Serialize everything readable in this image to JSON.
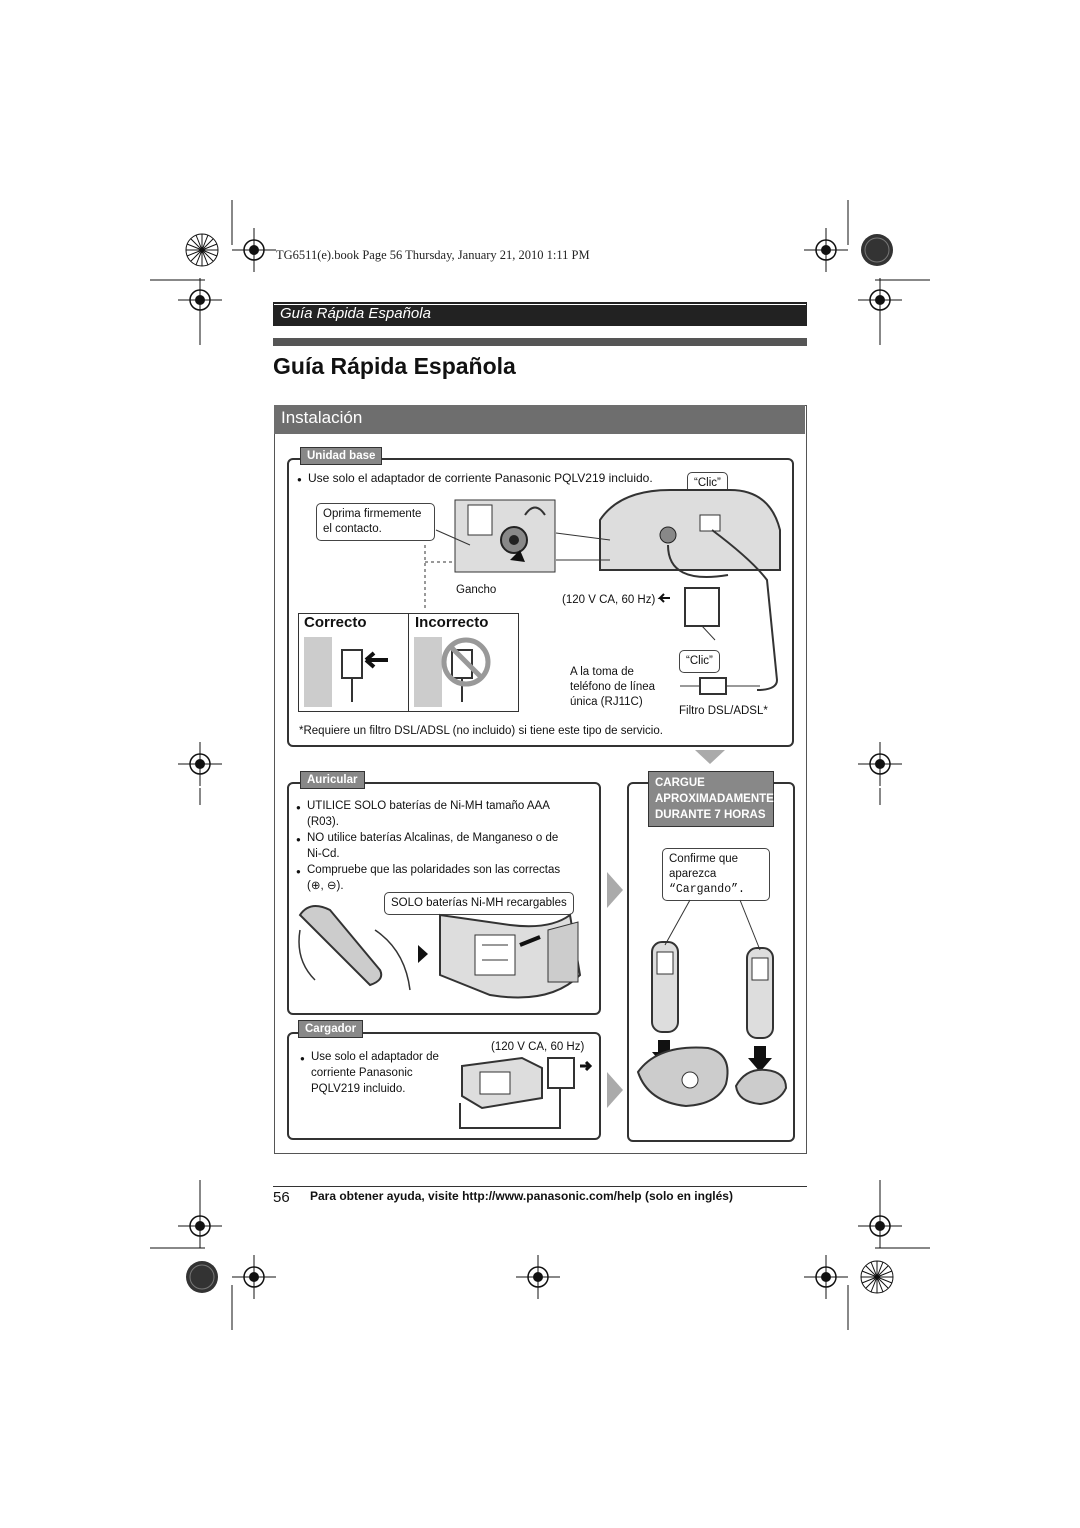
{
  "header": {
    "file_info": "TG6511(e).book  Page 56  Thursday, January 21, 2010  1:11 PM",
    "section_bar": "Guía Rápida Española"
  },
  "page_title": "Guía Rápida Española",
  "panel_title": "Instalación",
  "unidad_base": {
    "tab": "Unidad base",
    "bullet": "Use solo el adaptador de corriente Panasonic PQLV219 incluido.",
    "clic_top": "“Clic”",
    "press_line1": "Oprima firmemente",
    "press_line2": "el contacto.",
    "gancho": "Gancho",
    "power_label": "(120 V CA, 60 Hz)",
    "correcto": "Correcto",
    "incorrecto": "Incorrecto",
    "clic_bottom": "“Clic”",
    "toma_line1": "A la toma de",
    "toma_line2": "teléfono de línea",
    "toma_line3": "única (RJ11C)",
    "filtro": "Filtro DSL/ADSL*",
    "note": "*Requiere un filtro DSL/ADSL (no incluido) si tiene este tipo de servicio."
  },
  "auricular": {
    "tab": "Auricular",
    "b1_line1": "UTILICE SOLO baterías de Ni-MH tamaño AAA",
    "b1_line2": "(R03).",
    "b2_line1": "NO utilice baterías Alcalinas, de Manganeso o de",
    "b2_line2": "Ni-Cd.",
    "b3_line1": "Compruebe que las polaridades son las correctas",
    "b3_line2": "(⊕, ⊖).",
    "solo_callout": "SOLO baterías Ni-MH recargables"
  },
  "cargue": {
    "line1": "CARGUE",
    "line2": "APROXIMADAMENTE",
    "line3": "DURANTE 7 HORAS",
    "confirm_line1": "Confirme que",
    "confirm_line2": "aparezca",
    "confirm_line3": "“Cargando”."
  },
  "cargador": {
    "tab": "Cargador",
    "b_line1": "Use solo el adaptador de",
    "b_line2": "corriente Panasonic",
    "b_line3": "PQLV219 incluido.",
    "power_label": "(120 V CA, 60 Hz)"
  },
  "footer": {
    "page_number": "56",
    "text": "Para obtener ayuda, visite http://www.panasonic.com/help (solo en inglés)"
  }
}
